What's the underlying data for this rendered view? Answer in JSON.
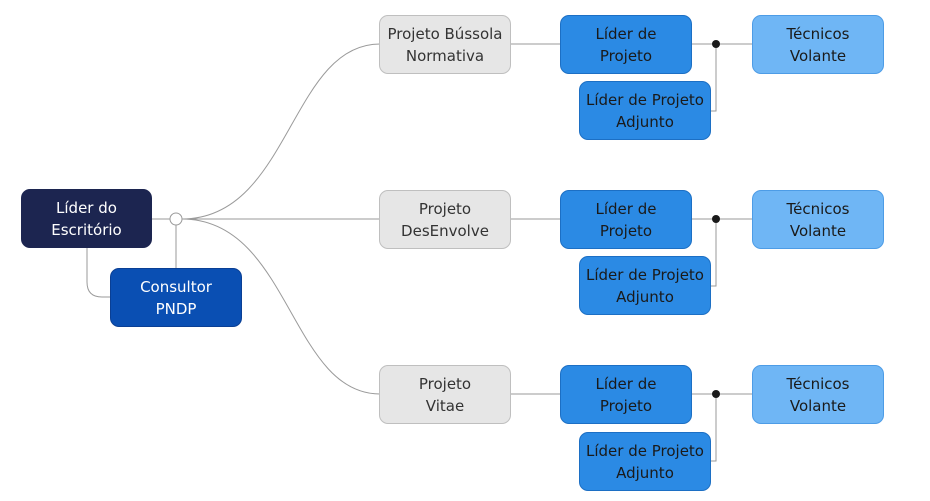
{
  "root": {
    "label": "Líder do\nEscritório"
  },
  "consultant": {
    "label": "Consultor\nPNDP"
  },
  "branches": [
    {
      "project": "Projeto Bússola\nNormativa",
      "leader": "Líder de\nProjeto",
      "adjunto": "Líder de Projeto\nAdjunto",
      "tecnicos": "Técnicos\nVolante"
    },
    {
      "project": "Projeto\nDesEnvolve",
      "leader": "Líder de\nProjeto",
      "adjunto": "Líder de Projeto\nAdjunto",
      "tecnicos": "Técnicos\nVolante"
    },
    {
      "project": "Projeto\nVitae",
      "leader": "Líder de\nProjeto",
      "adjunto": "Líder de Projeto\nAdjunto",
      "tecnicos": "Técnicos\nVolante"
    }
  ],
  "colors": {
    "root": "#1c2550",
    "consultant": "#0a4fb3",
    "project": "#e6e6e6",
    "leader": "#2b8ae4",
    "tecnicos": "#6fb6f5",
    "connector": "#9a9a9a"
  }
}
